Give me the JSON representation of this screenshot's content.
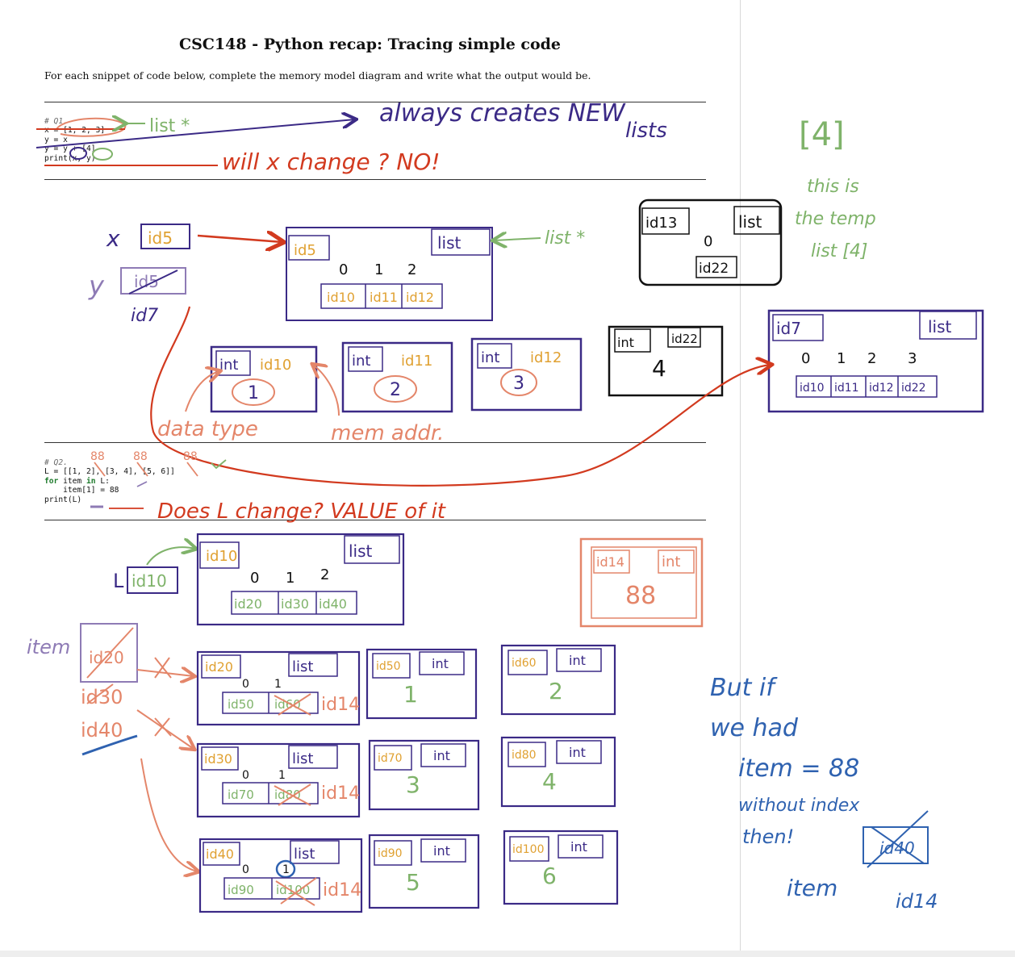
{
  "document": {
    "title": "CSC148 - Python recap: Tracing simple code",
    "instructions": "For each snippet of code below, complete the memory model diagram and write what the output would be."
  },
  "q1": {
    "comment": "# Q1.",
    "lines": [
      "x = [1, 2, 3]",
      "y = x",
      "y = y + [4]",
      "print(x, y)"
    ]
  },
  "q2": {
    "comment": "# Q2.",
    "line1": "L = [[1, 2], [3, 4], [5, 6]]",
    "line2_kw1": "for",
    "line2_mid": " item ",
    "line2_kw2": "in",
    "line2_end": " L:",
    "line3": "    item[1] = 88",
    "line4": "print(L)"
  },
  "annotations": {
    "list_star": "list *",
    "always_creates": "always creates NEW",
    "lists": "lists",
    "will_x_change": "will x change ? NO!",
    "temp_list": "[4]",
    "this_is": "this is",
    "the_temp": "the temp",
    "list_4": "list [4]",
    "data_type": "data type",
    "mem_addr": "mem addr.",
    "does_L_change": "Does L change? VALUE of it",
    "but_if": "But if",
    "we_had": "we had",
    "item_88": "item = 88",
    "without_index": "without index",
    "then": "then!",
    "item_word": "item",
    "item_label": "item"
  },
  "q1_diagram": {
    "x_var": {
      "name": "x",
      "id": "id5"
    },
    "y_var": {
      "name": "y",
      "old_id": "id5",
      "new_id": "id7"
    },
    "list_id5": {
      "id": "id5",
      "type": "list",
      "indices": [
        "0",
        "1",
        "2"
      ],
      "cells": [
        "id10",
        "id11",
        "id12"
      ]
    },
    "int_objects": [
      {
        "type": "int",
        "id": "id10",
        "value": "1"
      },
      {
        "type": "int",
        "id": "id11",
        "value": "2"
      },
      {
        "type": "int",
        "id": "id12",
        "value": "3"
      }
    ],
    "int_id22": {
      "type": "int",
      "id": "id22",
      "value": "4"
    },
    "list_id13": {
      "id": "id13",
      "type": "list",
      "indices": [
        "0"
      ],
      "cells": [
        "id22"
      ]
    },
    "list_id7": {
      "id": "id7",
      "type": "list",
      "indices": [
        "0",
        "1",
        "2",
        "3"
      ],
      "cells": [
        "id10",
        "id11",
        "id12",
        "id22"
      ]
    }
  },
  "q2_diagram": {
    "L_var": {
      "name": "L",
      "id": "id10"
    },
    "item_var": {
      "ids": [
        "id20",
        "id30",
        "id40"
      ]
    },
    "outer_list": {
      "id": "id10",
      "type": "list",
      "indices": [
        "0",
        "1",
        "2"
      ],
      "cells": [
        "id20",
        "id30",
        "id40"
      ]
    },
    "int_88": {
      "id": "id14",
      "type": "int",
      "value": "88"
    },
    "inner_lists": [
      {
        "id": "id20",
        "type": "list",
        "indices": [
          "0",
          "1"
        ],
        "cell0": "id50",
        "cell1_old": "id60",
        "cell1_new": "id14"
      },
      {
        "id": "id30",
        "type": "list",
        "indices": [
          "0",
          "1"
        ],
        "cell0": "id70",
        "cell1_old": "id80",
        "cell1_new": "id14"
      },
      {
        "id": "id40",
        "type": "list",
        "indices": [
          "0",
          "1"
        ],
        "cell0": "id90",
        "cell1_old": "id100",
        "cell1_new": "id14"
      }
    ],
    "int_objects": [
      {
        "id": "id50",
        "type": "int",
        "value": "1"
      },
      {
        "id": "id60",
        "type": "int",
        "value": "2"
      },
      {
        "id": "id70",
        "type": "int",
        "value": "3"
      },
      {
        "id": "id80",
        "type": "int",
        "value": "4"
      },
      {
        "id": "id90",
        "type": "int",
        "value": "5"
      },
      {
        "id": "id100",
        "type": "int",
        "value": "6"
      }
    ],
    "item_side": {
      "old": "id40",
      "new": "id14"
    }
  },
  "colors": {
    "purple": "#3b2a86",
    "red": "#d23a1f",
    "orange": "#e0a132",
    "green": "#7fb36a",
    "salmon": "#e4866a",
    "lavender": "#8e7bb5",
    "blue": "#2f62b0"
  }
}
